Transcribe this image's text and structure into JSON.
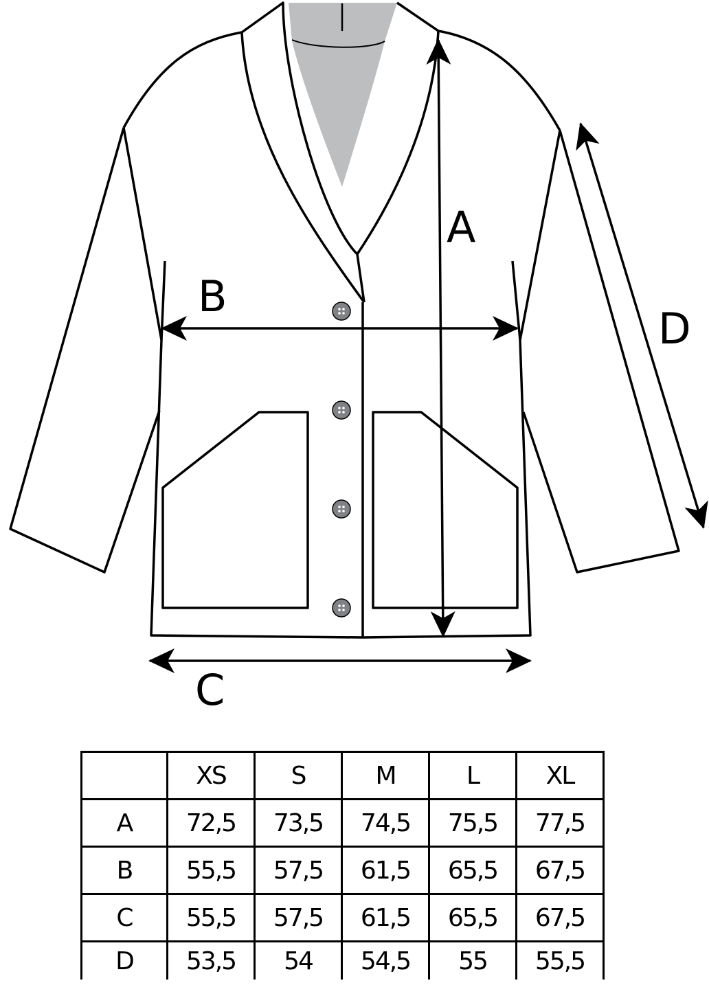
{
  "diagram": {
    "title_labels": {
      "A": "A",
      "B": "B",
      "C": "C",
      "D": "D"
    },
    "colors": {
      "line": "#000000",
      "lining": "#bcbec0",
      "button": "#808285"
    }
  },
  "size_table": {
    "headers": [
      "",
      "XS",
      "S",
      "M",
      "L",
      "XL"
    ],
    "rows": [
      {
        "label": "A",
        "values": [
          "72,5",
          "73,5",
          "74,5",
          "75,5",
          "77,5"
        ]
      },
      {
        "label": "B",
        "values": [
          "55,5",
          "57,5",
          "61,5",
          "65,5",
          "67,5"
        ]
      },
      {
        "label": "C",
        "values": [
          "55,5",
          "57,5",
          "61,5",
          "65,5",
          "67,5"
        ]
      },
      {
        "label": "D",
        "values": [
          "53,5",
          "54",
          "54,5",
          "55",
          "55,5"
        ]
      }
    ]
  }
}
